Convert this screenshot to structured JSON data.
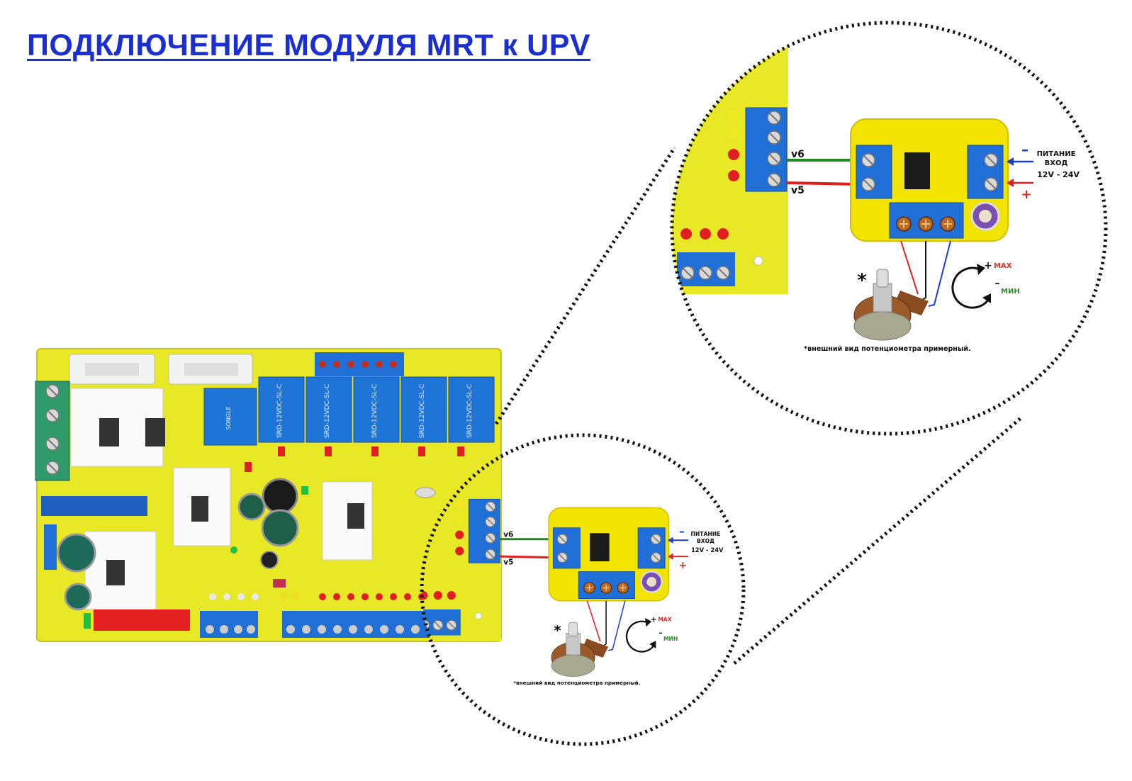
{
  "title": "ПОДКЛЮЧЕНИЕ МОДУЛЯ MRT к UPV",
  "inset": {
    "wire_v6": "v6",
    "wire_v5": "v5",
    "power_line1": "ПИТАНИЕ",
    "power_line2": "ВХОД",
    "power_line3": "12V - 24V",
    "minus": "–",
    "plus": "+",
    "asterisk": "*",
    "max_sign": "+",
    "max_label": "MAX",
    "min_sign": "–",
    "min_label": "МИН",
    "footnote": "*внешний вид потенциометра примерный."
  },
  "board": {
    "relay_label": "SRD-12VDC-SL-C",
    "relay_brand": "SONGLE",
    "relay_count": 5
  },
  "colors": {
    "title": "#1b2fd0",
    "pcb": "#e9e826",
    "terminal": "#1f6fd6",
    "wire_green": "#1e8a1e",
    "wire_red": "#e0201c",
    "wire_blue": "#1d3ed6",
    "max": "#d8302a",
    "min": "#2e8b2e"
  }
}
